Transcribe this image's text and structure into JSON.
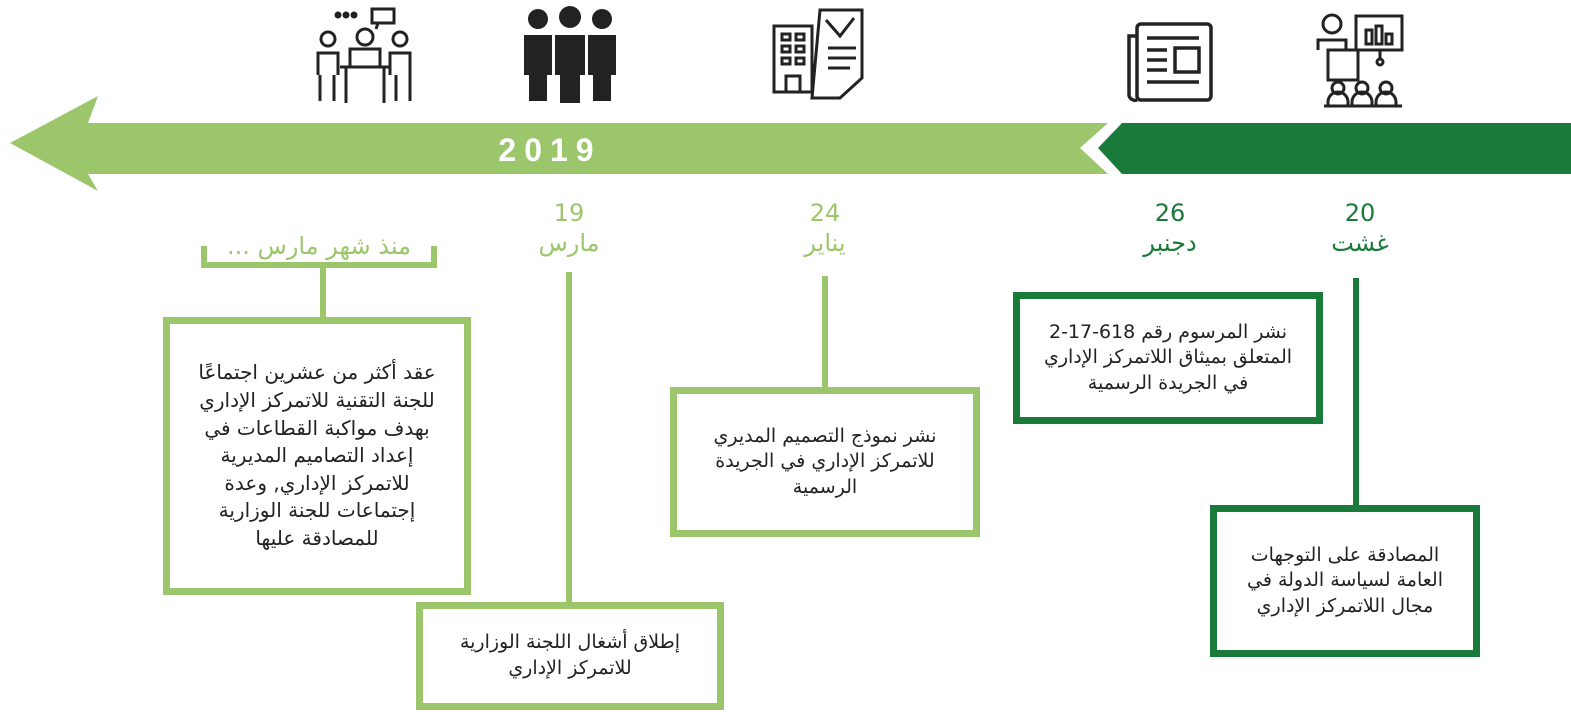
{
  "timeline": {
    "year": "2019",
    "colors": {
      "light": "#9cc66b",
      "dark": "#1a7a3a"
    }
  },
  "icons": [
    "meeting-icon",
    "group-of-people-icon",
    "building-document-icon",
    "newspaper-icon",
    "presentation-audience-icon"
  ],
  "events": [
    {
      "day": "20",
      "month": "غشت",
      "text": "المصادقة على التوجهات العامة لسياسة الدولة في مجال اللاتمركز الإداري"
    },
    {
      "day": "26",
      "month": "دجنبر",
      "text": "نشر المرسوم رقم 618-17-2 المتعلق بميثاق اللاتمركز الإداري في الجريدة الرسمية"
    },
    {
      "day": "24",
      "month": "يناير",
      "text": "نشر نموذج التصميم المديري للاتمركز الإداري في الجريدة الرسمية"
    },
    {
      "day": "19",
      "month": "مارس",
      "text": "إطلاق أشغال اللجنة الوزارية للاتمركز الإداري"
    },
    {
      "period": "منذ شهر مارس ...",
      "text": "عقد أكثر من عشرين اجتماعًا للجنة التقنية للاتمركز الإداري بهدف مواكبة القطاعات في إعداد التصاميم المديرية للاتمركز الإداري, وعدة إجتماعات للجنة الوزارية للمصادقة عليها"
    }
  ]
}
